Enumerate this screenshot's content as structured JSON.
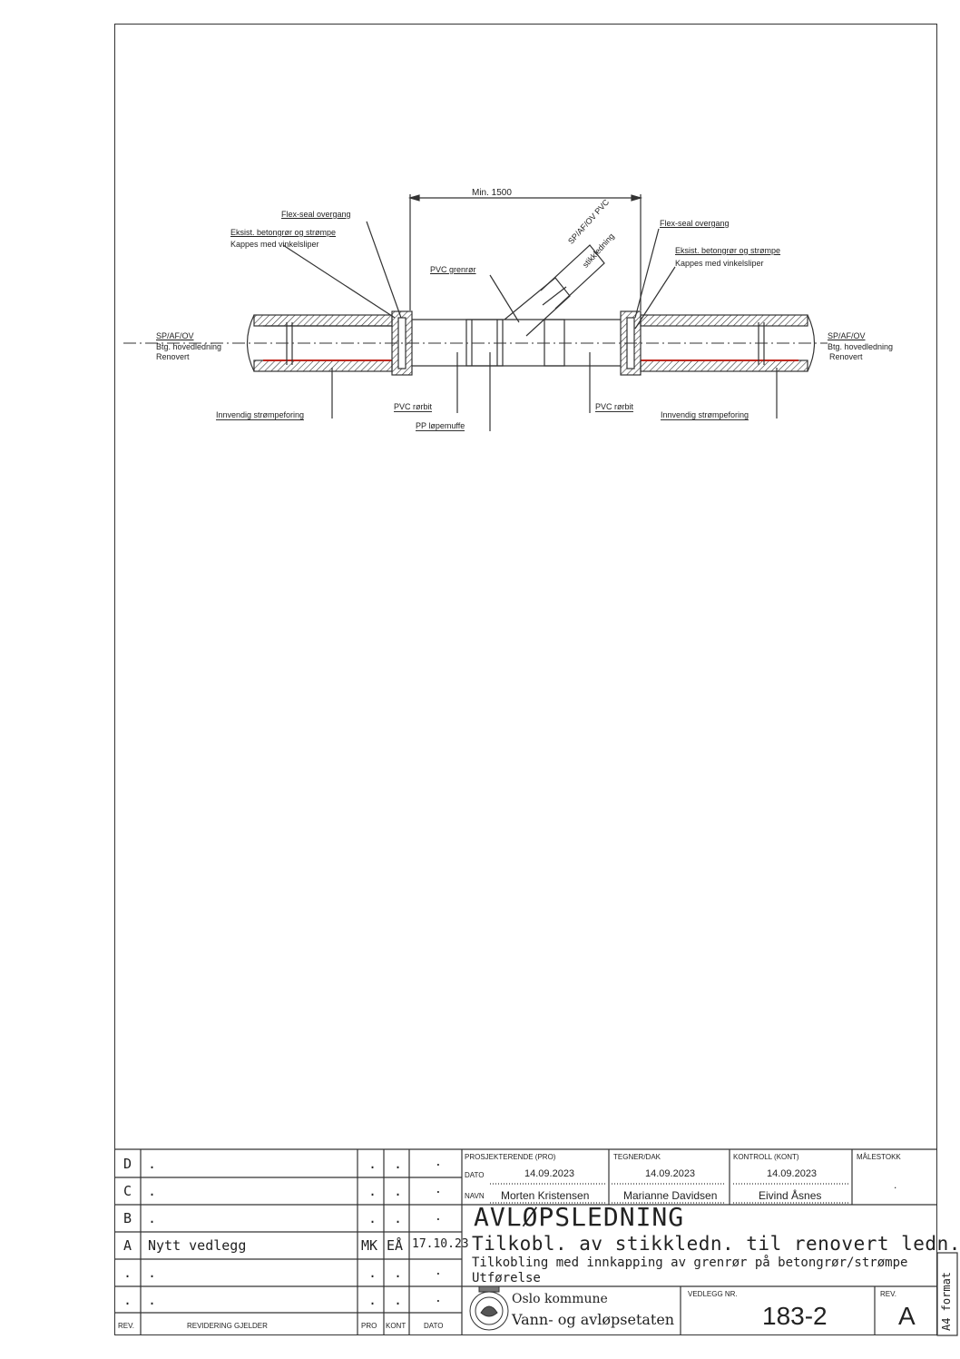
{
  "drawing": {
    "dimension_label": "Min. 1500",
    "labels": {
      "flex_seal_left": "Flex-seal overgang",
      "eksist_left": "Eksist. betongrør og strømpe",
      "kappes_left": "Kappes med vinkelsliper",
      "pvc_grenror": "PVC grenrør",
      "stikk_line1": "SP/AF/OV PVC",
      "stikk_line2": "stikkledning",
      "flex_seal_right": "Flex-seal overgang",
      "eksist_right": "Eksist. betongrør og strømpe",
      "kappes_right": "Kappes med vinkelsliper",
      "left_line1": "SP/AF/OV",
      "left_line2": "Btg. hovedledning",
      "left_line3": "Renovert",
      "right_line1": "SP/AF/OV",
      "right_line2": "Btg. hovedledning",
      "right_line3": "Renovert",
      "innvendig_left": "Innvendig strømpeforing",
      "pvc_rorbit_left": "PVC rørbit",
      "pp_lopemuffe": "PP løpemuffe",
      "pvc_rorbit_right": "PVC rørbit",
      "innvendig_right": "Innvendig strømpeforing"
    }
  },
  "revisions": {
    "rows": [
      {
        "rev": "D",
        "text": ".",
        "pro": ".",
        "kont": ".",
        "dato": "."
      },
      {
        "rev": "C",
        "text": ".",
        "pro": ".",
        "kont": ".",
        "dato": "."
      },
      {
        "rev": "B",
        "text": ".",
        "pro": ".",
        "kont": ".",
        "dato": "."
      },
      {
        "rev": "A",
        "text": "Nytt vedlegg",
        "pro": "MK",
        "kont": "EÅ",
        "dato": "17.10.23"
      },
      {
        "rev": ".",
        "text": ".",
        "pro": ".",
        "kont": ".",
        "dato": "."
      },
      {
        "rev": ".",
        "text": ".",
        "pro": ".",
        "kont": ".",
        "dato": "."
      }
    ],
    "headers": {
      "rev": "REV.",
      "text": "REVIDERING GJELDER",
      "pro": "PRO",
      "kont": "KONT",
      "dato": "DATO"
    }
  },
  "title_block": {
    "prosjekterende_label": "PROSJEKTERENDE (PRO)",
    "tegner_label": "TEGNER/DAK",
    "kontroll_label": "KONTROLL (KONT)",
    "malestokk_label": "MÅLESTOKK",
    "dato_label": "DATO",
    "navn_label": "NAVN",
    "pro_dato": "14.09.2023",
    "tegner_dato": "14.09.2023",
    "kont_dato": "14.09.2023",
    "pro_navn": "Morten Kristensen",
    "tegner_navn": "Marianne Davidsen",
    "kont_navn": "Eivind Åsnes",
    "malestokk": ".",
    "title": "AVLØPSLEDNING",
    "subtitle": "Tilkobl. av stikkledn. til renovert ledn.",
    "line3": "Tilkobling med innkapping av grenrør på betongrør/strømpe",
    "line4": "Utførelse",
    "org_line1": "Oslo kommune",
    "org_line2": "Vann- og avløpsetaten",
    "vedlegg_label": "VEDLEGG NR.",
    "vedlegg_nr": "183-2",
    "rev_label": "REV.",
    "rev_value": "A",
    "format": "A4 format"
  }
}
